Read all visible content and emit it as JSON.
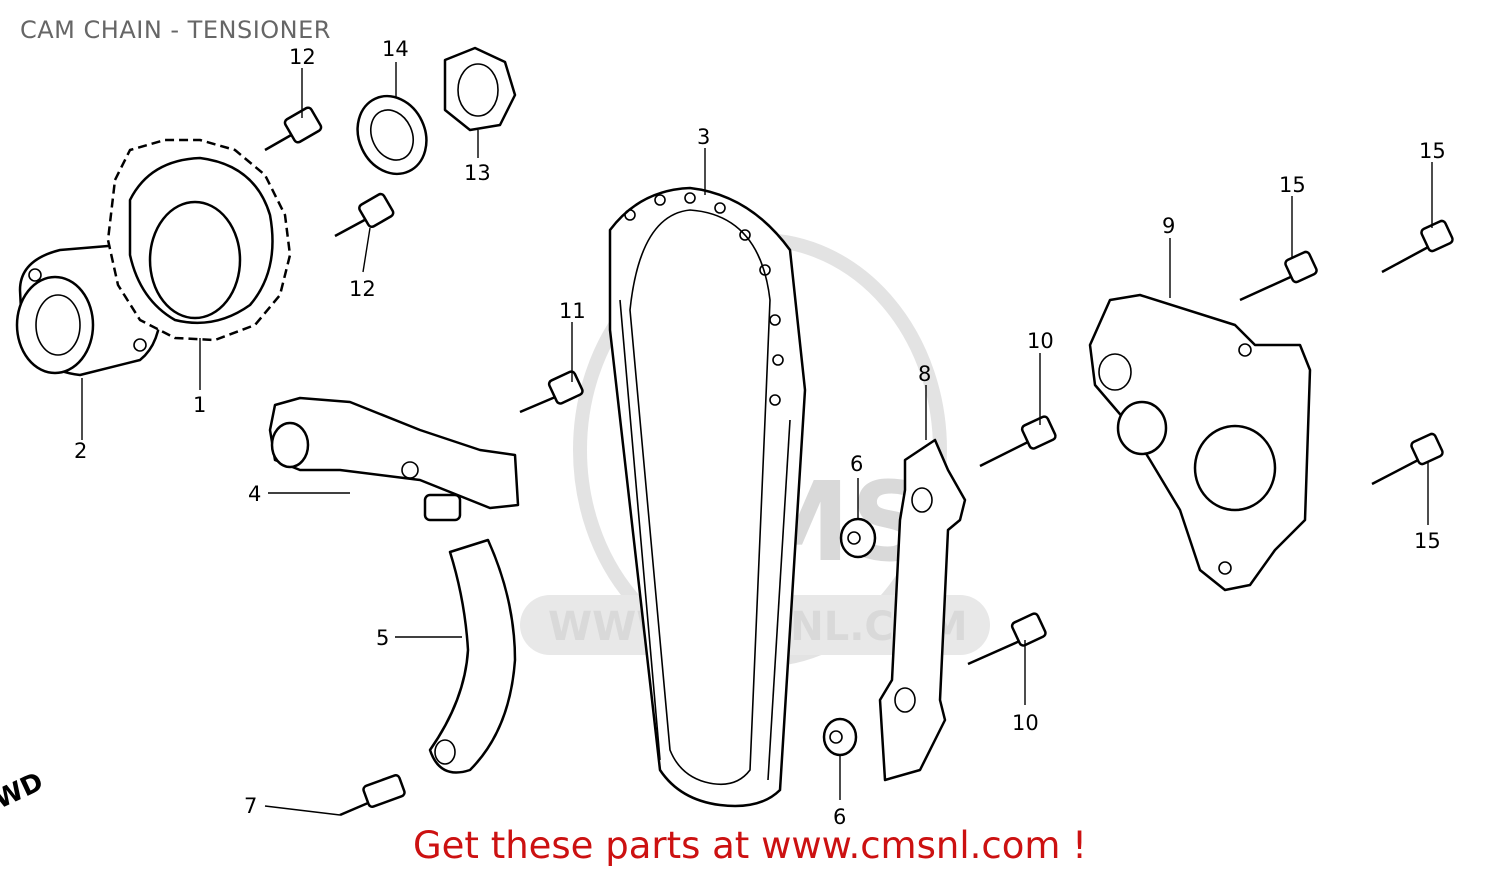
{
  "title": "CAM CHAIN - TENSIONER",
  "footer": "Get these parts at www.cmsnl.com !",
  "watermark": {
    "logo": "CMS",
    "url": "WWW.CMSNL.COM"
  },
  "direction_marker": "FWD",
  "callouts": [
    {
      "id": "c1",
      "number": "1"
    },
    {
      "id": "c2",
      "number": "2"
    },
    {
      "id": "c3",
      "number": "3"
    },
    {
      "id": "c4",
      "number": "4"
    },
    {
      "id": "c5",
      "number": "5"
    },
    {
      "id": "c6a",
      "number": "6"
    },
    {
      "id": "c6b",
      "number": "6"
    },
    {
      "id": "c7",
      "number": "7"
    },
    {
      "id": "c8",
      "number": "8"
    },
    {
      "id": "c9",
      "number": "9"
    },
    {
      "id": "c10a",
      "number": "10"
    },
    {
      "id": "c10b",
      "number": "10"
    },
    {
      "id": "c11",
      "number": "11"
    },
    {
      "id": "c12a",
      "number": "12"
    },
    {
      "id": "c12b",
      "number": "12"
    },
    {
      "id": "c13",
      "number": "13"
    },
    {
      "id": "c14",
      "number": "14"
    },
    {
      "id": "c15a",
      "number": "15"
    },
    {
      "id": "c15b",
      "number": "15"
    },
    {
      "id": "c15c",
      "number": "15"
    }
  ],
  "colors": {
    "title": "#666666",
    "footer": "#cc1111",
    "watermark": "#d9d9d9",
    "line": "#000000"
  }
}
